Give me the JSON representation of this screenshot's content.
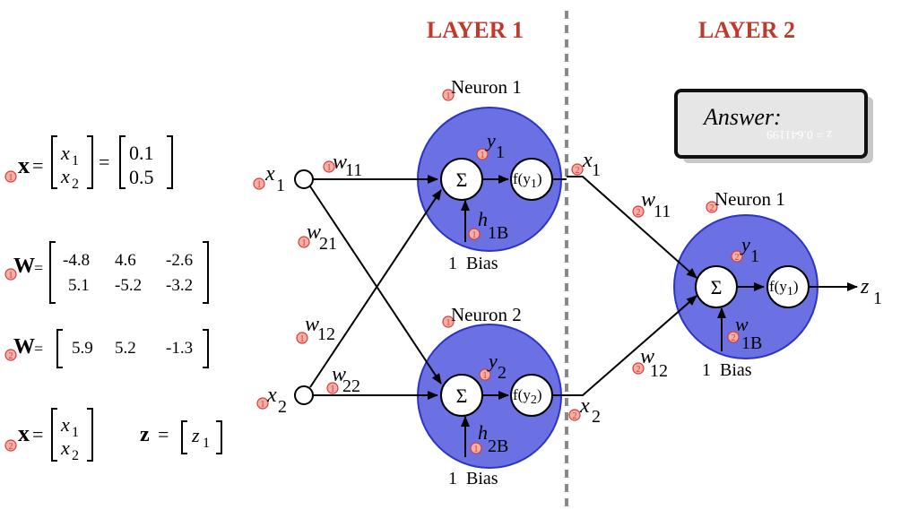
{
  "layer_titles": {
    "layer1": "LAYER 1",
    "layer2": "LAYER 2"
  },
  "colors": {
    "title": "#c0392b",
    "neuron_fill": "#6b71e2",
    "neuron_stroke": "#2b34c8",
    "badge": "#d93a3a",
    "badge_fill": "#f3b0a6",
    "divider": "#888888"
  },
  "answer": {
    "label": "Answer:",
    "value": "z = 0.641199"
  },
  "badges": {
    "layer1": "1",
    "layer2": "2"
  },
  "equations": {
    "x1": {
      "lhs": "x",
      "elements": [
        "x1",
        "x2"
      ],
      "values": [
        "0.1",
        "0.5"
      ]
    },
    "W1": {
      "lhs": "W",
      "matrix": [
        [
          "-4.8",
          "4.6",
          "-2.6"
        ],
        [
          "5.1",
          "-5.2",
          "-3.2"
        ]
      ]
    },
    "W2": {
      "lhs": "W",
      "row": [
        "5.9",
        "5.2",
        "-1.3"
      ]
    },
    "x2": {
      "lhs": "x",
      "elements": [
        "x1",
        "x2"
      ]
    },
    "z": {
      "lhs": "z",
      "elements": [
        "z1"
      ]
    }
  },
  "inputs": [
    {
      "name": "x",
      "sub": "1"
    },
    {
      "name": "x",
      "sub": "2"
    }
  ],
  "weights_l1": [
    {
      "name": "w",
      "sub": "11"
    },
    {
      "name": "w",
      "sub": "21"
    },
    {
      "name": "w",
      "sub": "12"
    },
    {
      "name": "w",
      "sub": "22"
    }
  ],
  "neurons_l1": [
    {
      "title": "Neuron 1",
      "sum": "Σ",
      "y": "y",
      "y_sub": "1",
      "fn": "f(y",
      "fn_sub": "1",
      "fn_close": ")",
      "bias_w": "h",
      "bias_sub": "1B",
      "bias_label": "1  Bias"
    },
    {
      "title": "Neuron 2",
      "sum": "Σ",
      "y": "y",
      "y_sub": "2",
      "fn": "f(y",
      "fn_sub": "2",
      "fn_close": ")",
      "bias_w": "h",
      "bias_sub": "2B",
      "bias_label": "1  Bias"
    }
  ],
  "outputs_l1": [
    {
      "name": "x",
      "sub": "1"
    },
    {
      "name": "x",
      "sub": "2"
    }
  ],
  "weights_l2": [
    {
      "name": "w",
      "sub": "11"
    },
    {
      "name": "w",
      "sub": "12"
    }
  ],
  "neuron_l2": {
    "title": "Neuron 1",
    "sum": "Σ",
    "y": "y",
    "y_sub": "1",
    "fn": "f(y",
    "fn_sub": "1",
    "fn_close": ")",
    "bias_w": "w",
    "bias_sub": "1B",
    "bias_label": "1  Bias"
  },
  "output": {
    "name": "z",
    "sub": "1"
  }
}
